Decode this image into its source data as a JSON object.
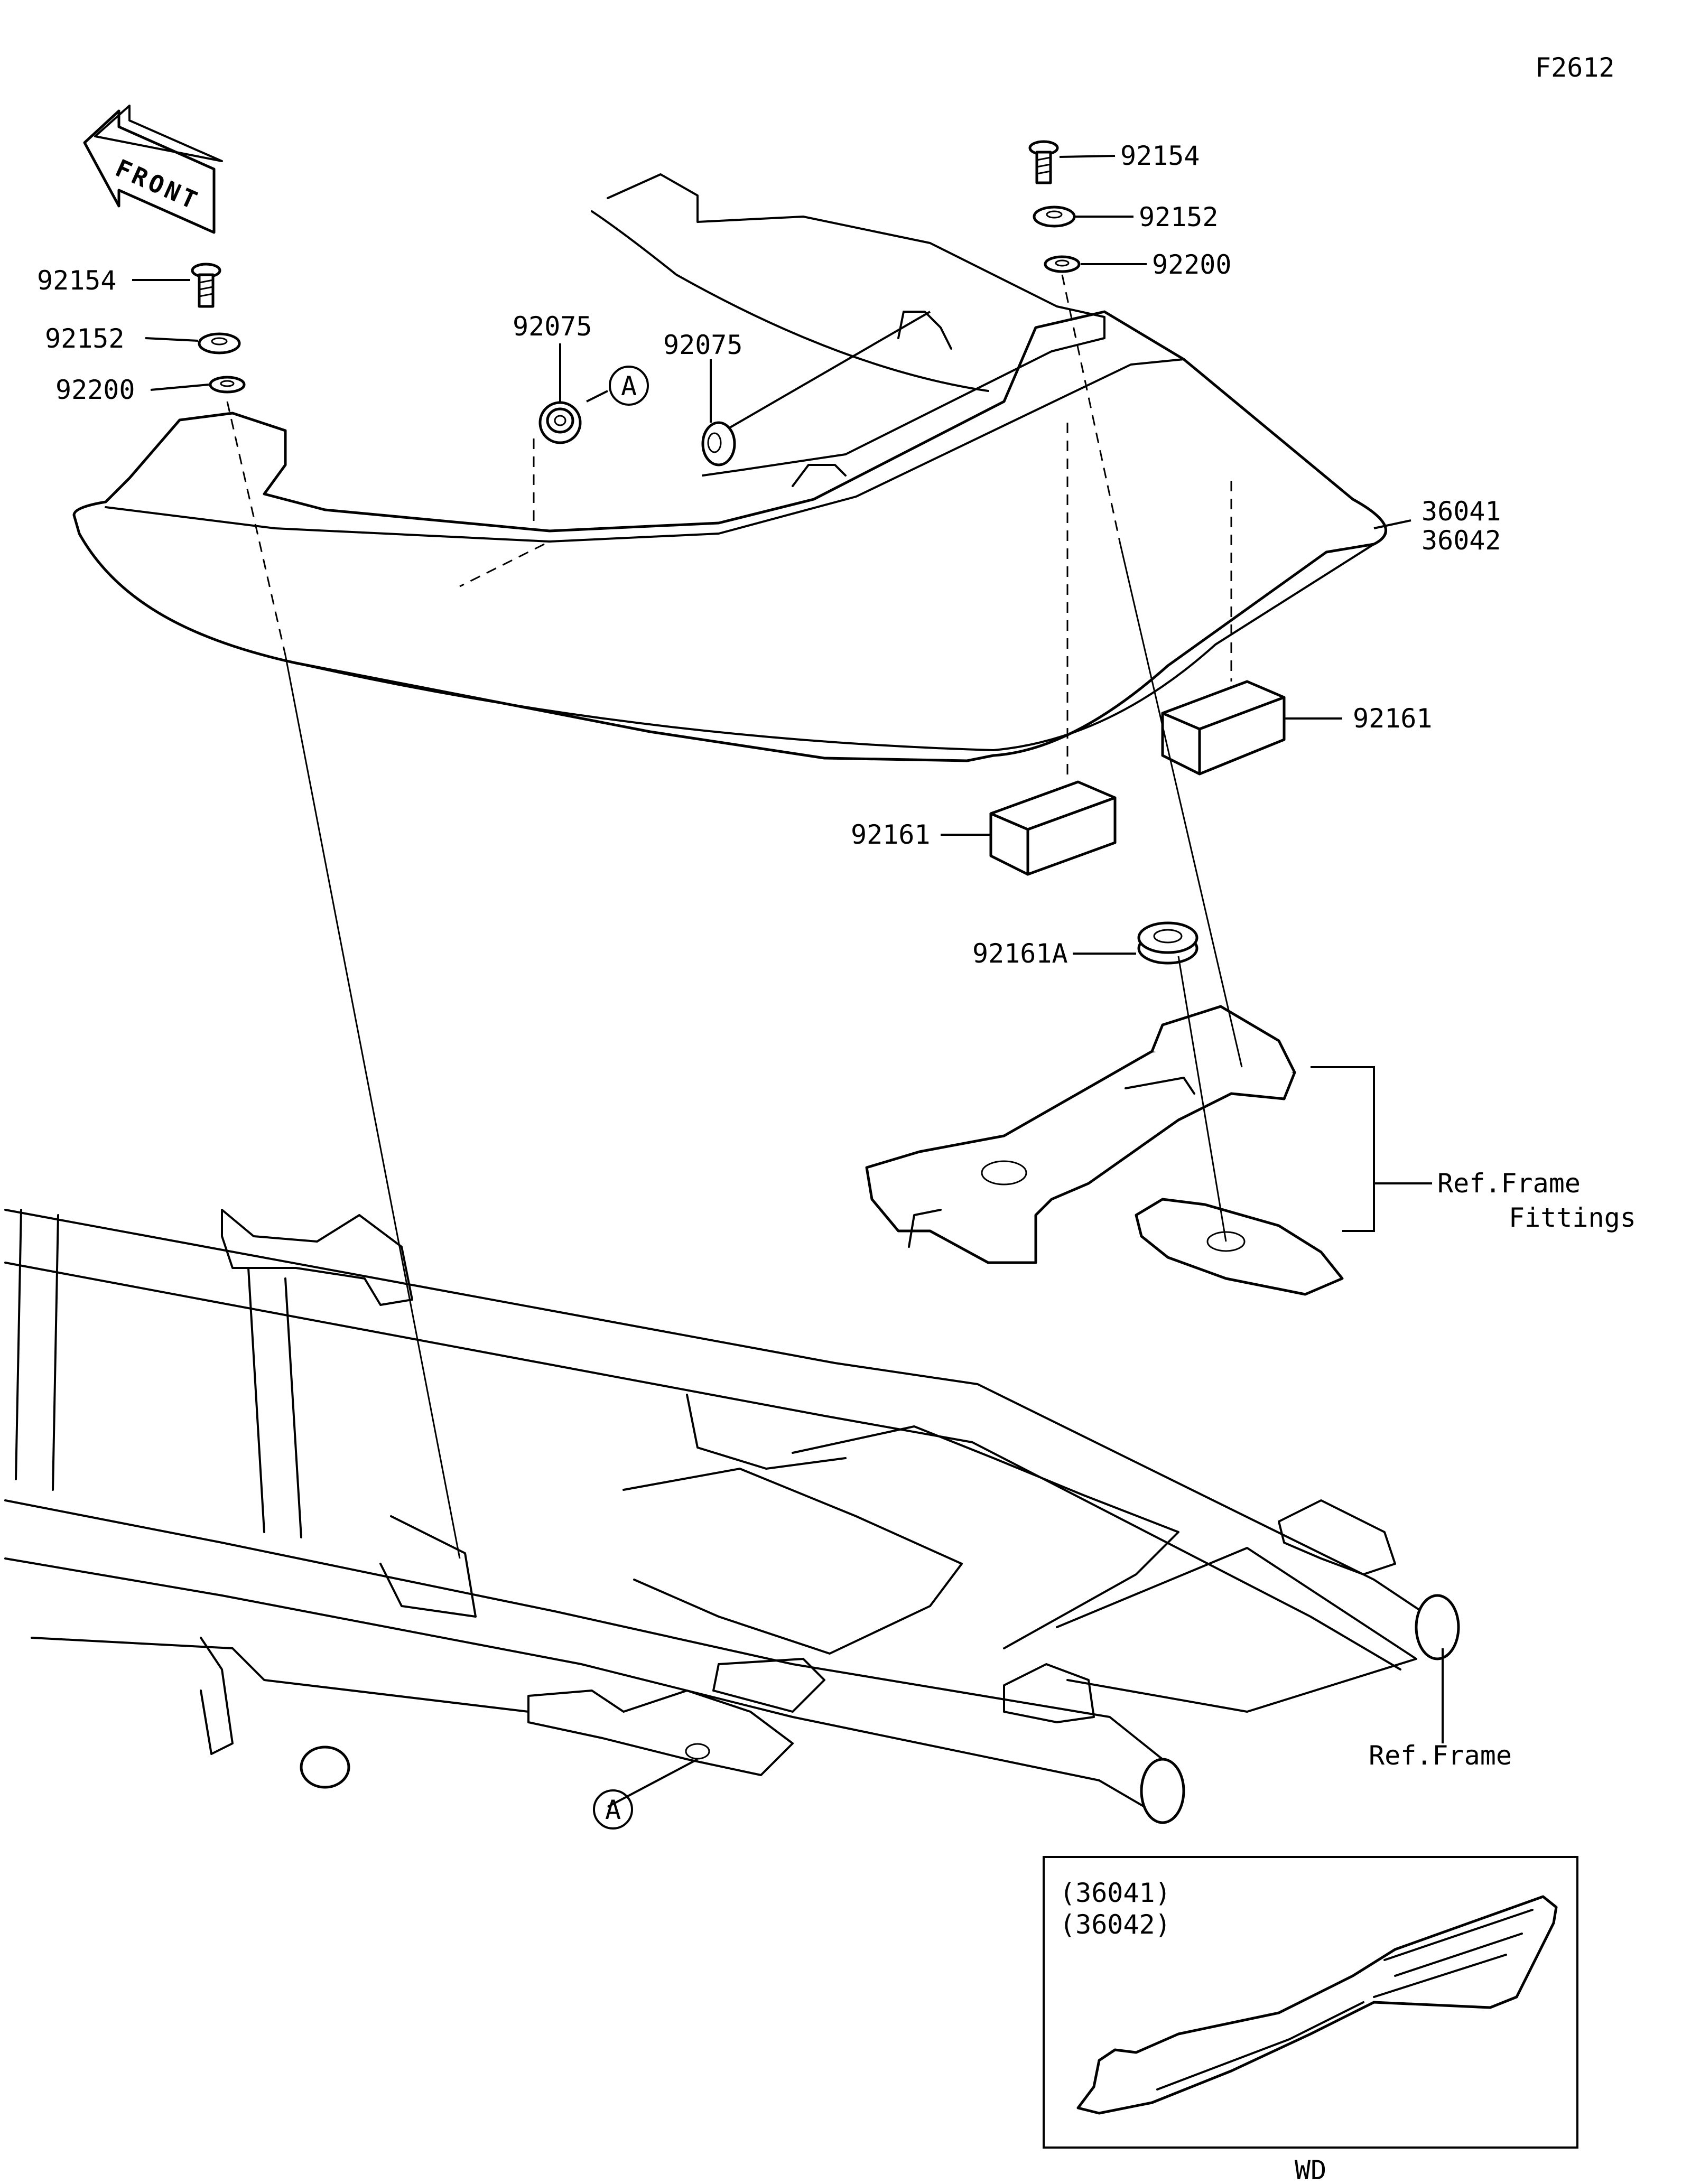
{
  "figure_code": "F2612",
  "front_arrow_text": "FRONT",
  "callouts": {
    "bolt_left": "92154",
    "collar_left": "92152",
    "washer_left": "92200",
    "bolt_right": "92154",
    "collar_right": "92152",
    "washer_right": "92200",
    "grommet_a": "92075",
    "grommet_b": "92075",
    "cover_1": "36041",
    "cover_2": "36042",
    "pad_right": "92161",
    "pad_left": "92161",
    "damper": "92161A",
    "frame_fittings_line1": "Ref.Frame",
    "frame_fittings_line2": "Fittings",
    "frame": "Ref.Frame"
  },
  "ref_marks": {
    "top": "A",
    "bottom": "A"
  },
  "inset": {
    "line1": "(36041)",
    "line2": "(36042)",
    "caption": "WD"
  }
}
